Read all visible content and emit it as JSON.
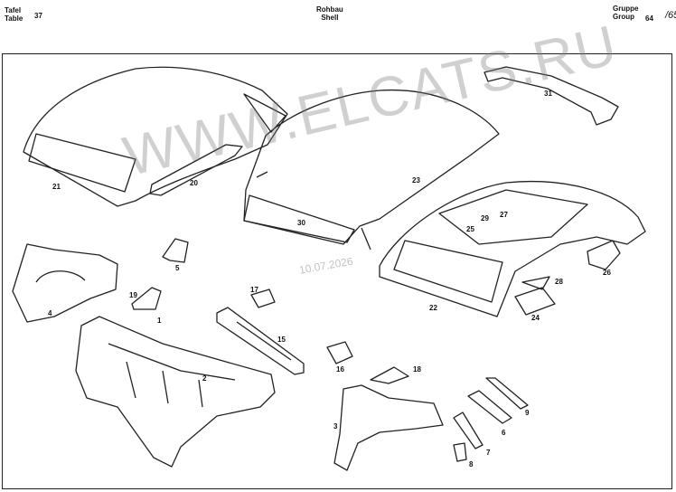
{
  "header": {
    "left_de": "Tafel",
    "left_en": "Table",
    "table_number": "37",
    "center_de": "Rohbau",
    "center_en": "Shell",
    "right_de": "Gruppe",
    "right_en": "Group",
    "group_number": "64",
    "group_sub": "/65"
  },
  "watermark": "WWW.ELCATS.RU",
  "stamp": "10.07.2026",
  "callouts": [
    "1",
    "2",
    "3",
    "4",
    "5",
    "6",
    "7",
    "8",
    "9",
    "15",
    "16",
    "17",
    "18",
    "19",
    "20",
    "21",
    "22",
    "23",
    "24",
    "25",
    "26",
    "27",
    "28",
    "29",
    "30",
    "31"
  ]
}
